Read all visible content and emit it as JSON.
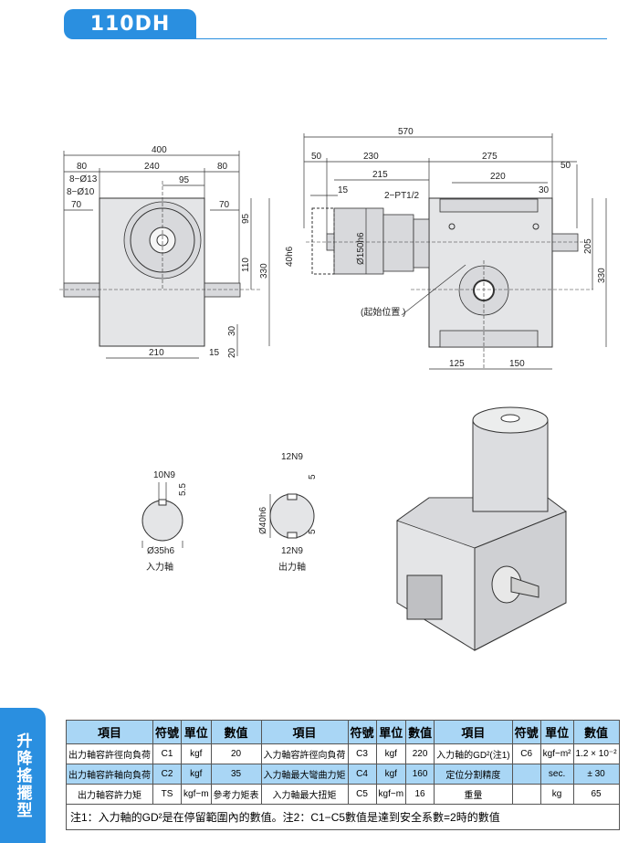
{
  "header": {
    "model": "110DH"
  },
  "side_tab": {
    "label": "升降搖擺型"
  },
  "front_view": {
    "d400": "400",
    "d80a": "80",
    "d240": "240",
    "d80b": "80",
    "holes1": "8−Ø13",
    "holes2": "8−Ø10",
    "d95h": "95",
    "d70a": "70",
    "d70b": "70",
    "d95v": "95",
    "d110": "110",
    "d330": "330",
    "d30": "30",
    "d20": "20",
    "d210": "210",
    "d15": "15"
  },
  "side_view": {
    "d570": "570",
    "d50a": "50",
    "d230": "230",
    "d275": "275",
    "d215": "215",
    "d220": "220",
    "d50b": "50",
    "d15": "15",
    "d30": "30",
    "port": "2−PT1/2",
    "dia150": "Ø150h6",
    "d40": "40h6",
    "d205": "205",
    "d330": "330",
    "start": "(起始位置 )",
    "d125": "125",
    "d150": "150"
  },
  "shafts": {
    "input": {
      "key": "10N9",
      "depth": "5.5",
      "dia": "Ø35h6",
      "label": "入力軸"
    },
    "output": {
      "key_top": "12N9",
      "d_top": "5",
      "dia": "Ø40h6",
      "d_bot": "5",
      "key_bot": "12N9",
      "label": "出力軸"
    }
  },
  "table": {
    "headers": [
      "項目",
      "符號",
      "單位",
      "數值",
      "項目",
      "符號",
      "單位",
      "數值",
      "項目",
      "符號",
      "單位",
      "數值"
    ],
    "rows": [
      [
        "出力軸容許徑向負荷",
        "C1",
        "kgf",
        "20",
        "入力軸容許徑向負荷",
        "C3",
        "kgf",
        "220",
        "入力軸的GD²(注1)",
        "C6",
        "kgf−m²",
        "1.2 × 10⁻²"
      ],
      [
        "出力軸容許軸向負荷",
        "C2",
        "kgf",
        "35",
        "入力軸最大彎曲力矩",
        "C4",
        "kgf",
        "160",
        "定位分割精度",
        "",
        "sec.",
        "± 30"
      ],
      [
        "出力軸容許力矩",
        "TS",
        "kgf−m",
        "參考力矩表",
        "入力軸最大扭矩",
        "C5",
        "kgf−m",
        "16",
        "重量",
        "",
        "kg",
        "65"
      ]
    ],
    "note": "注1：入力軸的GD²是在停留範圍內的數值。注2：C1−C5數值是達到安全系數=2時的數值"
  },
  "colors": {
    "accent": "#2a8fe0",
    "table_blue": "#a9d6f5"
  }
}
